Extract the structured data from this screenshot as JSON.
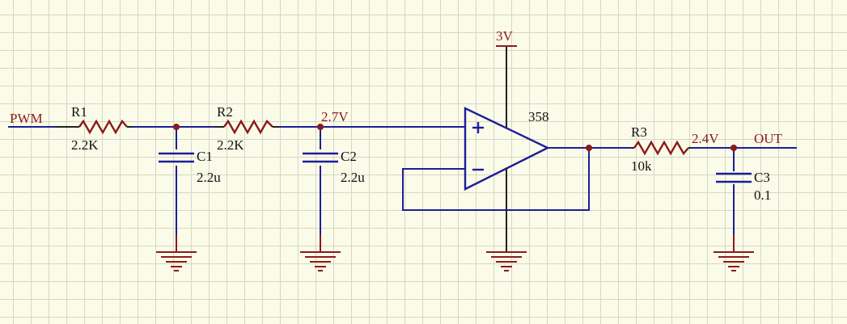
{
  "nets": {
    "input": "PWM",
    "node_voltage": "2.7V",
    "supply": "3V",
    "output_voltage": "2.4V",
    "output": "OUT"
  },
  "components": {
    "r1": {
      "ref": "R1",
      "value": "2.2K"
    },
    "r2": {
      "ref": "R2",
      "value": "2.2K"
    },
    "r3": {
      "ref": "R3",
      "value": "10k"
    },
    "c1": {
      "ref": "C1",
      "value": "2.2u"
    },
    "c2": {
      "ref": "C2",
      "value": "2.2u"
    },
    "c3": {
      "ref": "C3",
      "value": "0.1"
    },
    "opamp": {
      "ref": "358",
      "plus": "+",
      "minus": "−"
    }
  },
  "colors": {
    "wire": "#1b1f99",
    "component": "#8b1a1a",
    "grid": "#d6d6c4",
    "background": "#fbfbe9"
  }
}
